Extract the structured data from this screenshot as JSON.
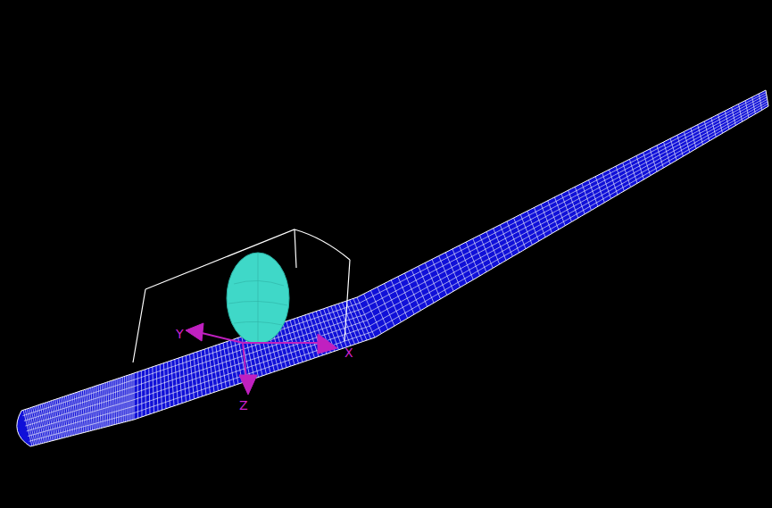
{
  "diagram": {
    "labels": [
      "Y",
      "X",
      "Z"
    ]
  }
}
